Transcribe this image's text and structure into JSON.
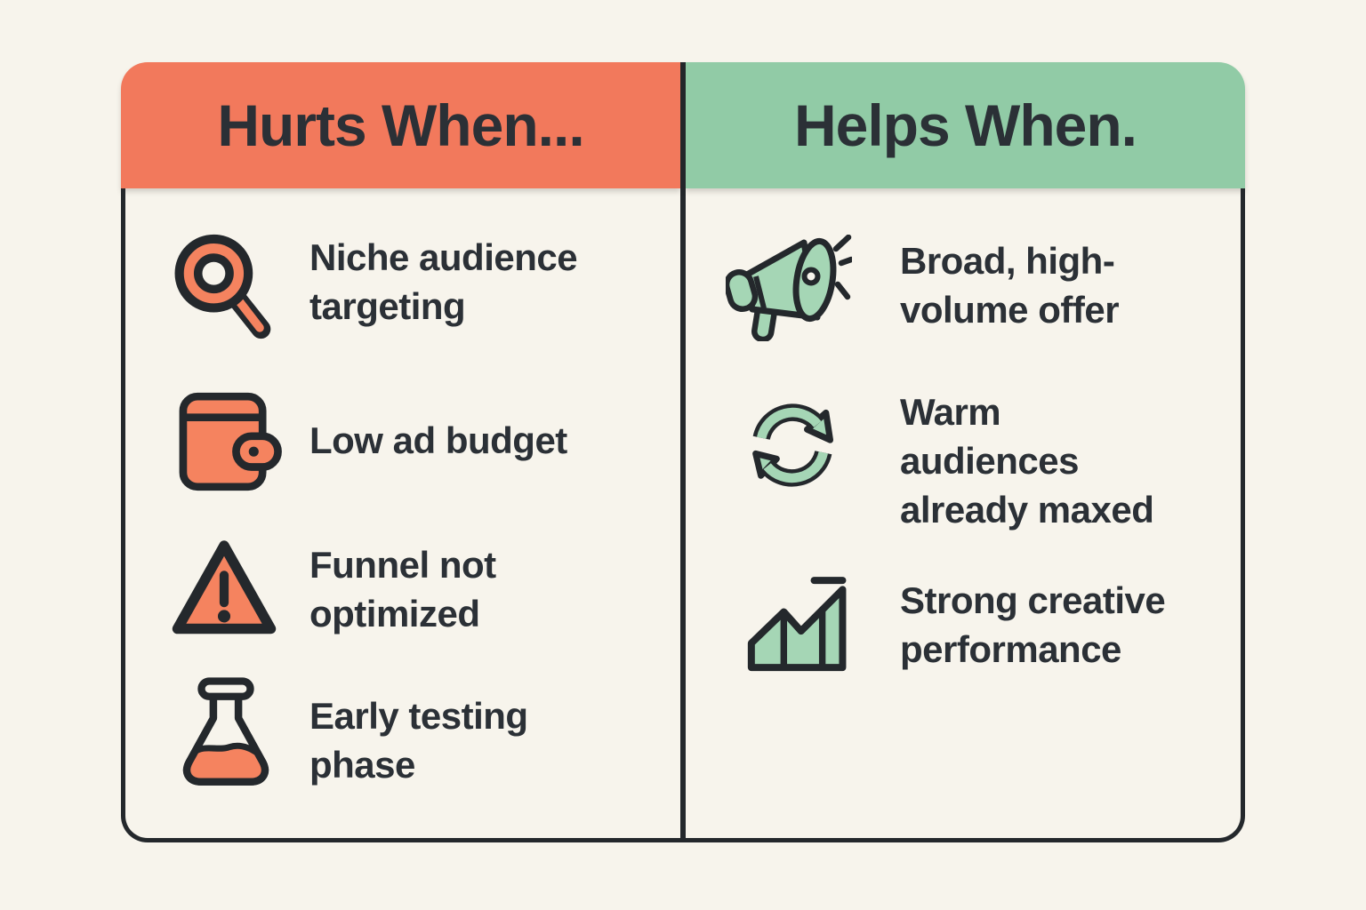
{
  "palette": {
    "background": "#F7F4EC",
    "orange": "#F2795C",
    "green": "#91CBA6",
    "icon_orange": "#F5835F",
    "icon_green": "#A5D6B5",
    "outline_dark": "#24282C",
    "text_dark": "#2B3036"
  },
  "columns": [
    {
      "header": "Hurts When...",
      "items": [
        {
          "icon": "search-icon",
          "lines": [
            "Niche audience",
            "targeting"
          ]
        },
        {
          "icon": "wallet-icon",
          "lines": [
            "Low ad budget"
          ]
        },
        {
          "icon": "warning-icon",
          "lines": [
            "Funnel not",
            "optimized"
          ]
        },
        {
          "icon": "flask-icon",
          "lines": [
            "Early testing",
            "phase"
          ]
        }
      ]
    },
    {
      "header": "Helps When.",
      "items": [
        {
          "icon": "megaphone-icon",
          "lines": [
            "Broad, high-",
            "volume offer"
          ]
        },
        {
          "icon": "refresh-icon",
          "lines": [
            "Warm",
            "audiences",
            "already maxed"
          ]
        },
        {
          "icon": "chart-icon",
          "lines": [
            "Strong creative",
            "performance"
          ]
        }
      ]
    }
  ]
}
